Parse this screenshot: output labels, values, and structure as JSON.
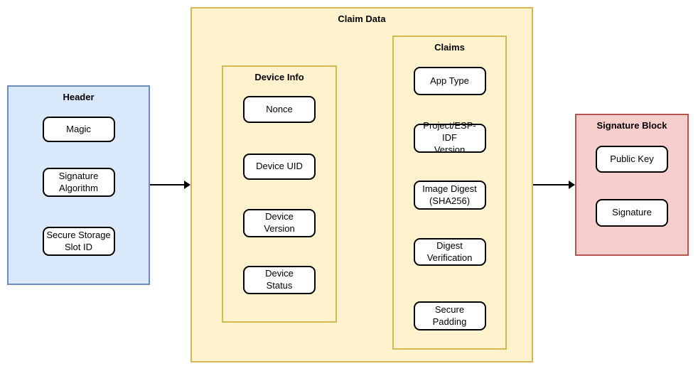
{
  "header": {
    "title": "Header",
    "items": [
      {
        "label": "Magic"
      },
      {
        "label": "Signature\nAlgorithm"
      },
      {
        "label": "Secure Storage\nSlot ID"
      }
    ]
  },
  "claim_data": {
    "title": "Claim Data",
    "device_info": {
      "title": "Device Info",
      "items": [
        {
          "label": "Nonce"
        },
        {
          "label": "Device UID"
        },
        {
          "label": "Device\nVersion"
        },
        {
          "label": "Device\nStatus"
        }
      ]
    },
    "claims": {
      "title": "Claims",
      "items": [
        {
          "label": "App Type"
        },
        {
          "label": "Project/ESP-IDF\nVersion"
        },
        {
          "label": "Image Digest\n(SHA256)"
        },
        {
          "label": "Digest\nVerification"
        },
        {
          "label": "Secure\nPadding"
        }
      ]
    }
  },
  "signature_block": {
    "title": "Signature Block",
    "items": [
      {
        "label": "Public Key"
      },
      {
        "label": "Signature"
      }
    ]
  },
  "colors": {
    "header_fill": "#dae8fc",
    "header_border": "#6c8ebf",
    "claim_fill": "#fff2cc",
    "claim_border": "#d6b656",
    "signature_fill": "#f8cecc",
    "signature_border": "#b85450",
    "item_fill": "#ffffff",
    "item_border": "#000000",
    "arrow_color": "#000000"
  }
}
